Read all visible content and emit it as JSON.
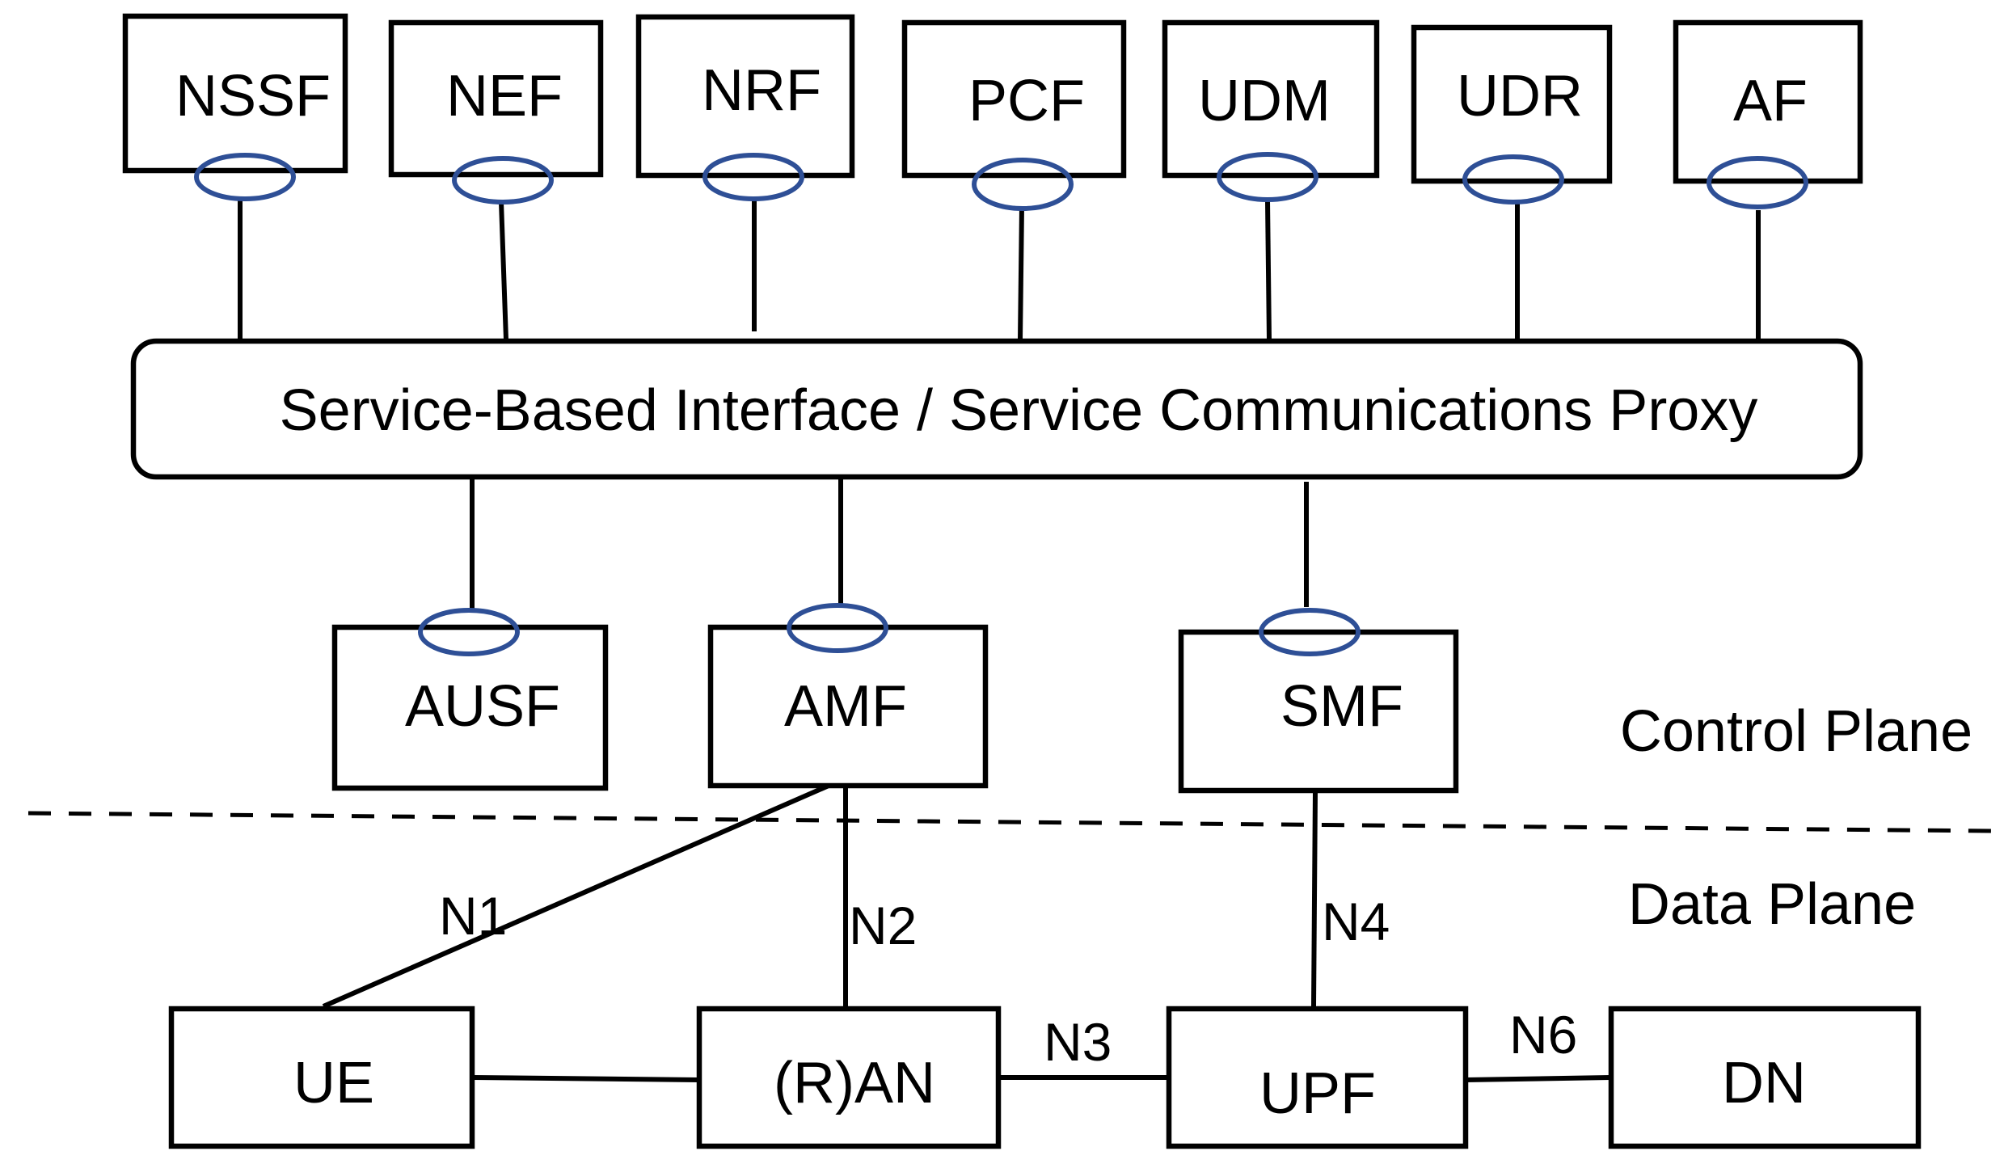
{
  "diagram": {
    "network_functions": {
      "nssf": "NSSF",
      "nef": "NEF",
      "nrf": "NRF",
      "pcf": "PCF",
      "udm": "UDM",
      "udr": "UDR",
      "af": "AF",
      "ausf": "AUSF",
      "amf": "AMF",
      "smf": "SMF",
      "ue": "UE",
      "ran": "(R)AN",
      "upf": "UPF",
      "dn": "DN"
    },
    "bus": {
      "label": "Service-Based Interface / Service Communications  Proxy"
    },
    "reference_points": {
      "n1": "N1",
      "n2": "N2",
      "n3": "N3",
      "n4": "N4",
      "n6": "N6"
    },
    "planes": {
      "control": "Control Plane",
      "data": "Data Plane"
    },
    "colors": {
      "interface_ellipse": "#2e4f96",
      "lines": "#000000"
    }
  }
}
